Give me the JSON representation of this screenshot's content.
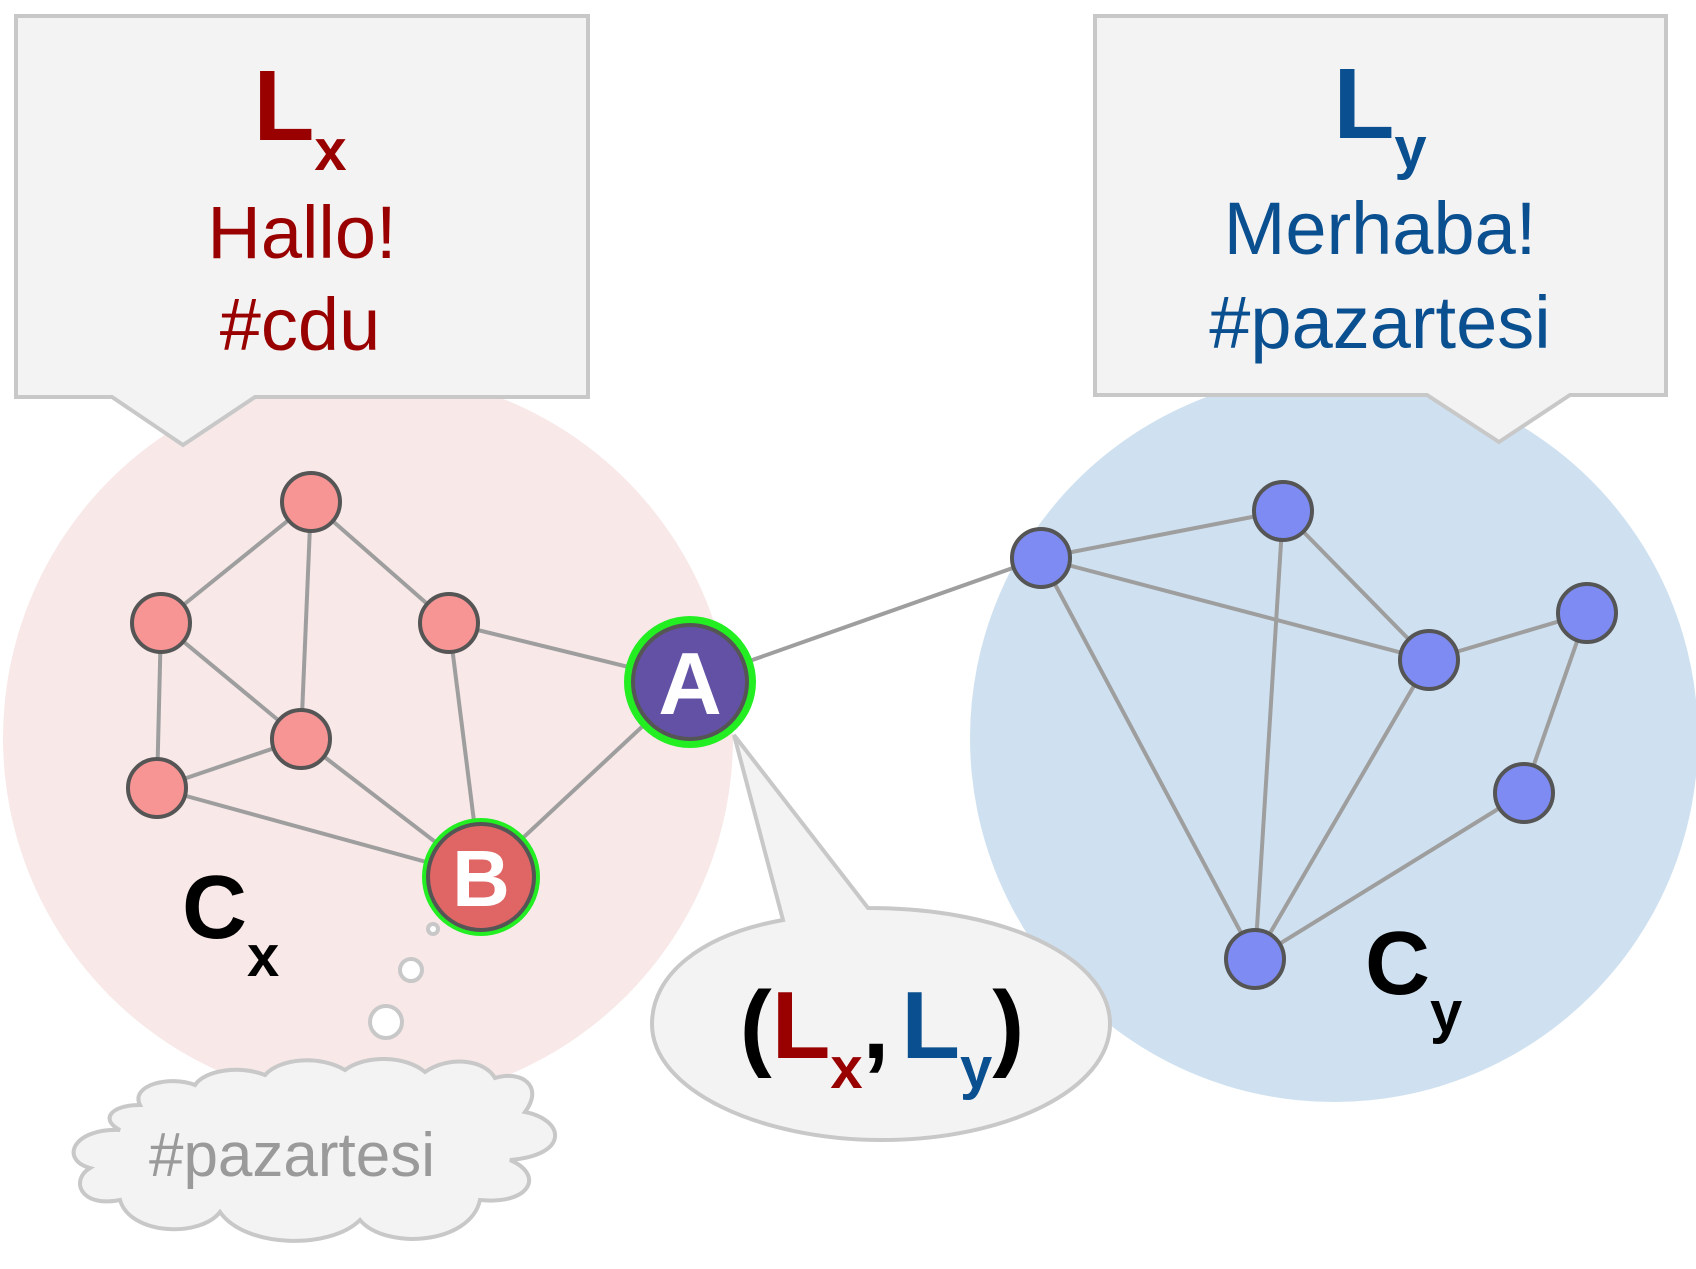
{
  "colors": {
    "lx": "#990000",
    "ly": "#0a4f8f",
    "cx_fill": "#f8e8e8",
    "cy_fill": "#cfe1f0",
    "red_node": "#f79595",
    "blue_node": "#7e8bf2",
    "node_a": "#6351a5",
    "node_b": "#e06666",
    "highlight": "#22ee22",
    "callout_fill": "#f3f3f3",
    "callout_stroke": "#c8c8c8",
    "cloud_text": "#9a9a9a",
    "edge": "#9e9e9e"
  },
  "callout_left": {
    "lang_letter": "L",
    "lang_sub": "x",
    "greeting": "Hallo!",
    "hashtag": "#cdu"
  },
  "callout_right": {
    "lang_letter": "L",
    "lang_sub": "y",
    "greeting": "Merhaba!",
    "hashtag": "#pazartesi"
  },
  "community_left": {
    "letter": "C",
    "sub": "x"
  },
  "community_right": {
    "letter": "C",
    "sub": "y"
  },
  "node_a_label": "A",
  "node_b_label": "B",
  "thought_text": "#pazartesi",
  "speech": {
    "open_paren": "(",
    "l1": "L",
    "l1_sub": "x",
    "comma": ",",
    "l2": "L",
    "l2_sub": "y",
    "close_paren": ")"
  }
}
